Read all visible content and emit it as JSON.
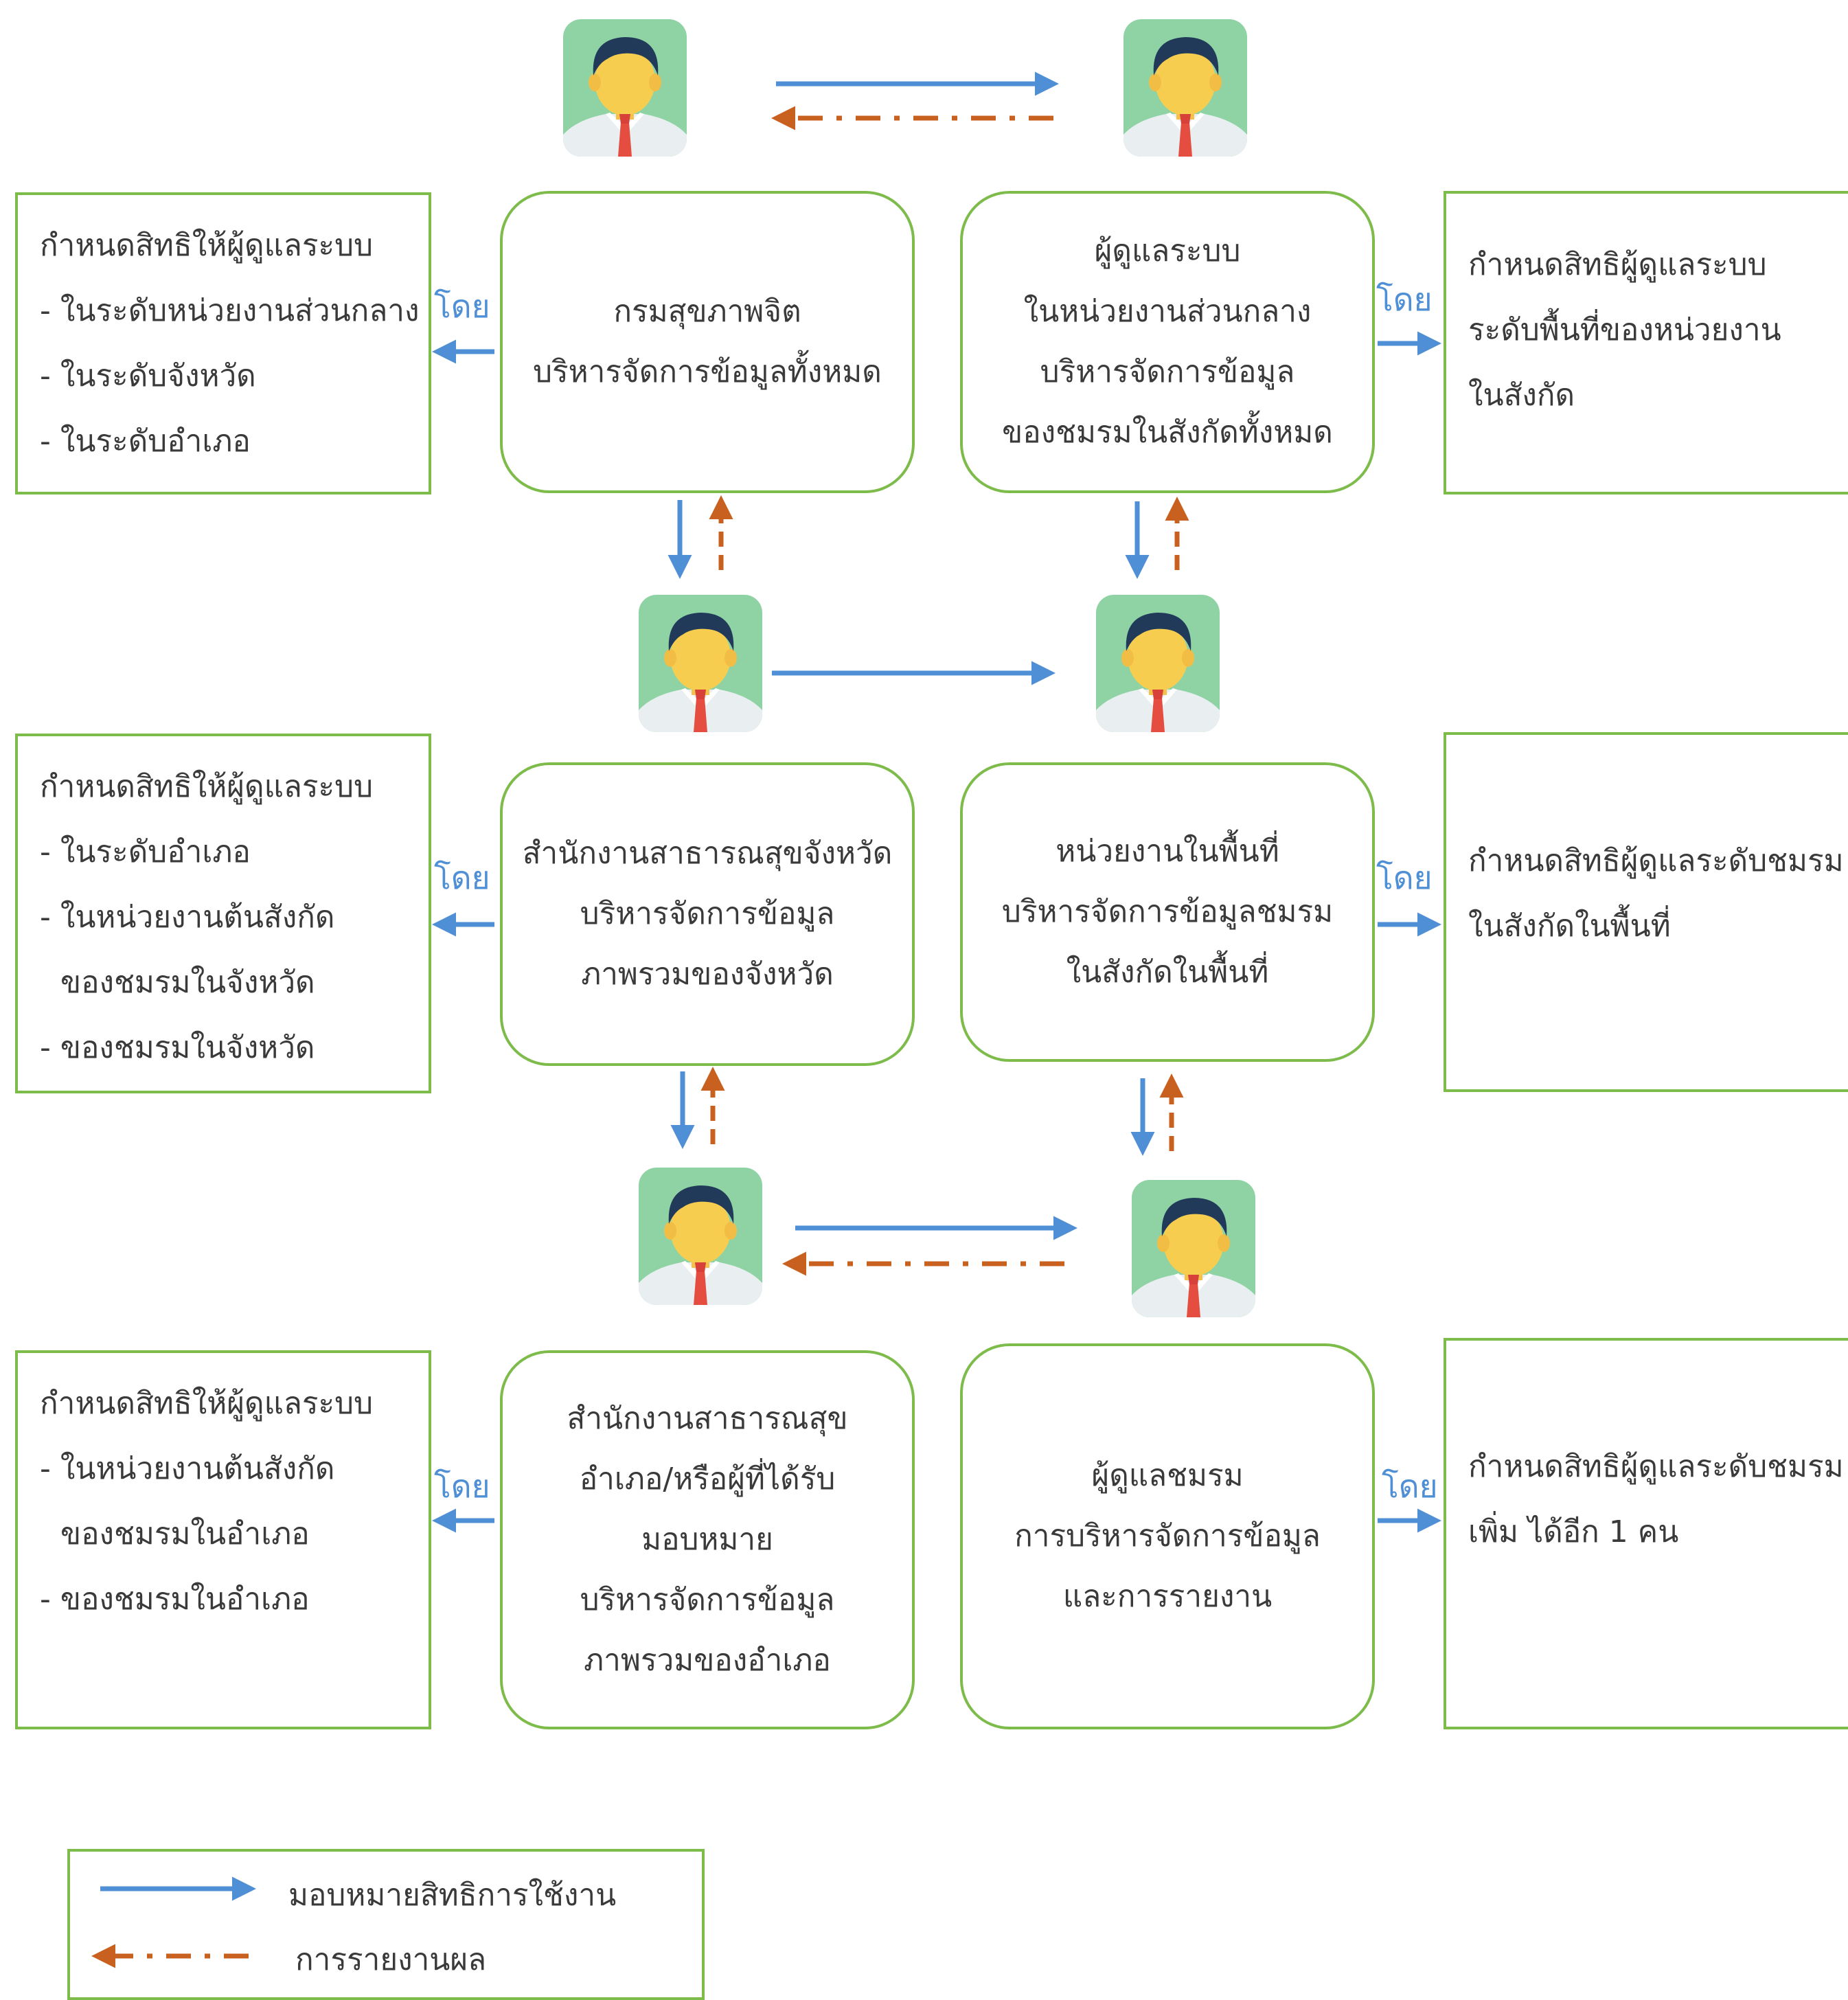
{
  "colors": {
    "box_border": "#7dbb4a",
    "assign_arrow": "#4f8fd6",
    "report_arrow": "#c8601f",
    "label_doi": "#4f8fd6"
  },
  "nodes": {
    "dmh": [
      "กรมสุขภาพจิต",
      "บริหารจัดการข้อมูลทั้งหมด"
    ],
    "central_admin": [
      "ผู้ดูแลระบบ",
      "ในหน่วยงานส่วนกลาง",
      "บริหารจัดการข้อมูล",
      "ของชมรมในสังกัดทั้งหมด"
    ],
    "provincial_office": [
      "สำนักงานสาธารณสุขจังหวัด",
      "บริหารจัดการข้อมูล",
      "ภาพรวมของจังหวัด"
    ],
    "area_unit": [
      "หน่วยงานในพื้นที่",
      "บริหารจัดการข้อมูลชมรม",
      "ในสังกัดในพื้นที่"
    ],
    "district_office": [
      "สำนักงานสาธารณสุข",
      "อำเภอ/หรือผู้ที่ได้รับ",
      "มอบหมาย",
      "บริหารจัดการข้อมูล",
      "ภาพรวมของอำเภอ"
    ],
    "club_admin": [
      "ผู้ดูแลชมรม",
      "การบริหารจัดการข้อมูล",
      "และการรายงาน"
    ]
  },
  "side_notes": {
    "left_1": [
      "กำหนดสิทธิให้ผู้ดูแลระบบ",
      "- ในระดับหน่วยงานส่วนกลาง",
      "- ในระดับจังหวัด",
      "- ในระดับอำเภอ"
    ],
    "right_1": [
      "กำหนดสิทธิผู้ดูแลระบบ",
      "ระดับพื้นที่ของหน่วยงาน",
      "ในสังกัด"
    ],
    "left_2": [
      "กำหนดสิทธิให้ผู้ดูแลระบบ",
      "- ในระดับอำเภอ",
      "- ในหน่วยงานต้นสังกัด",
      "  ของชมรมในจังหวัด",
      "- ของชมรมในจังหวัด"
    ],
    "right_2": [
      "กำหนดสิทธิผู้ดูแลระดับชมรม",
      "ในสังกัดในพื้นที่"
    ],
    "left_3": [
      "กำหนดสิทธิให้ผู้ดูแลระบบ",
      "- ในหน่วยงานต้นสังกัด",
      "  ของชมรมในอำเภอ",
      "- ของชมรมในอำเภอ"
    ],
    "right_3": [
      "กำหนดสิทธิผู้ดูแลระดับชมรม",
      "เพิ่ม ได้อีก 1 คน"
    ]
  },
  "connector_label": "โดย",
  "legend": {
    "assign_label": "มอบหมายสิทธิการใช้งาน",
    "report_label": "การรายงานผล"
  }
}
